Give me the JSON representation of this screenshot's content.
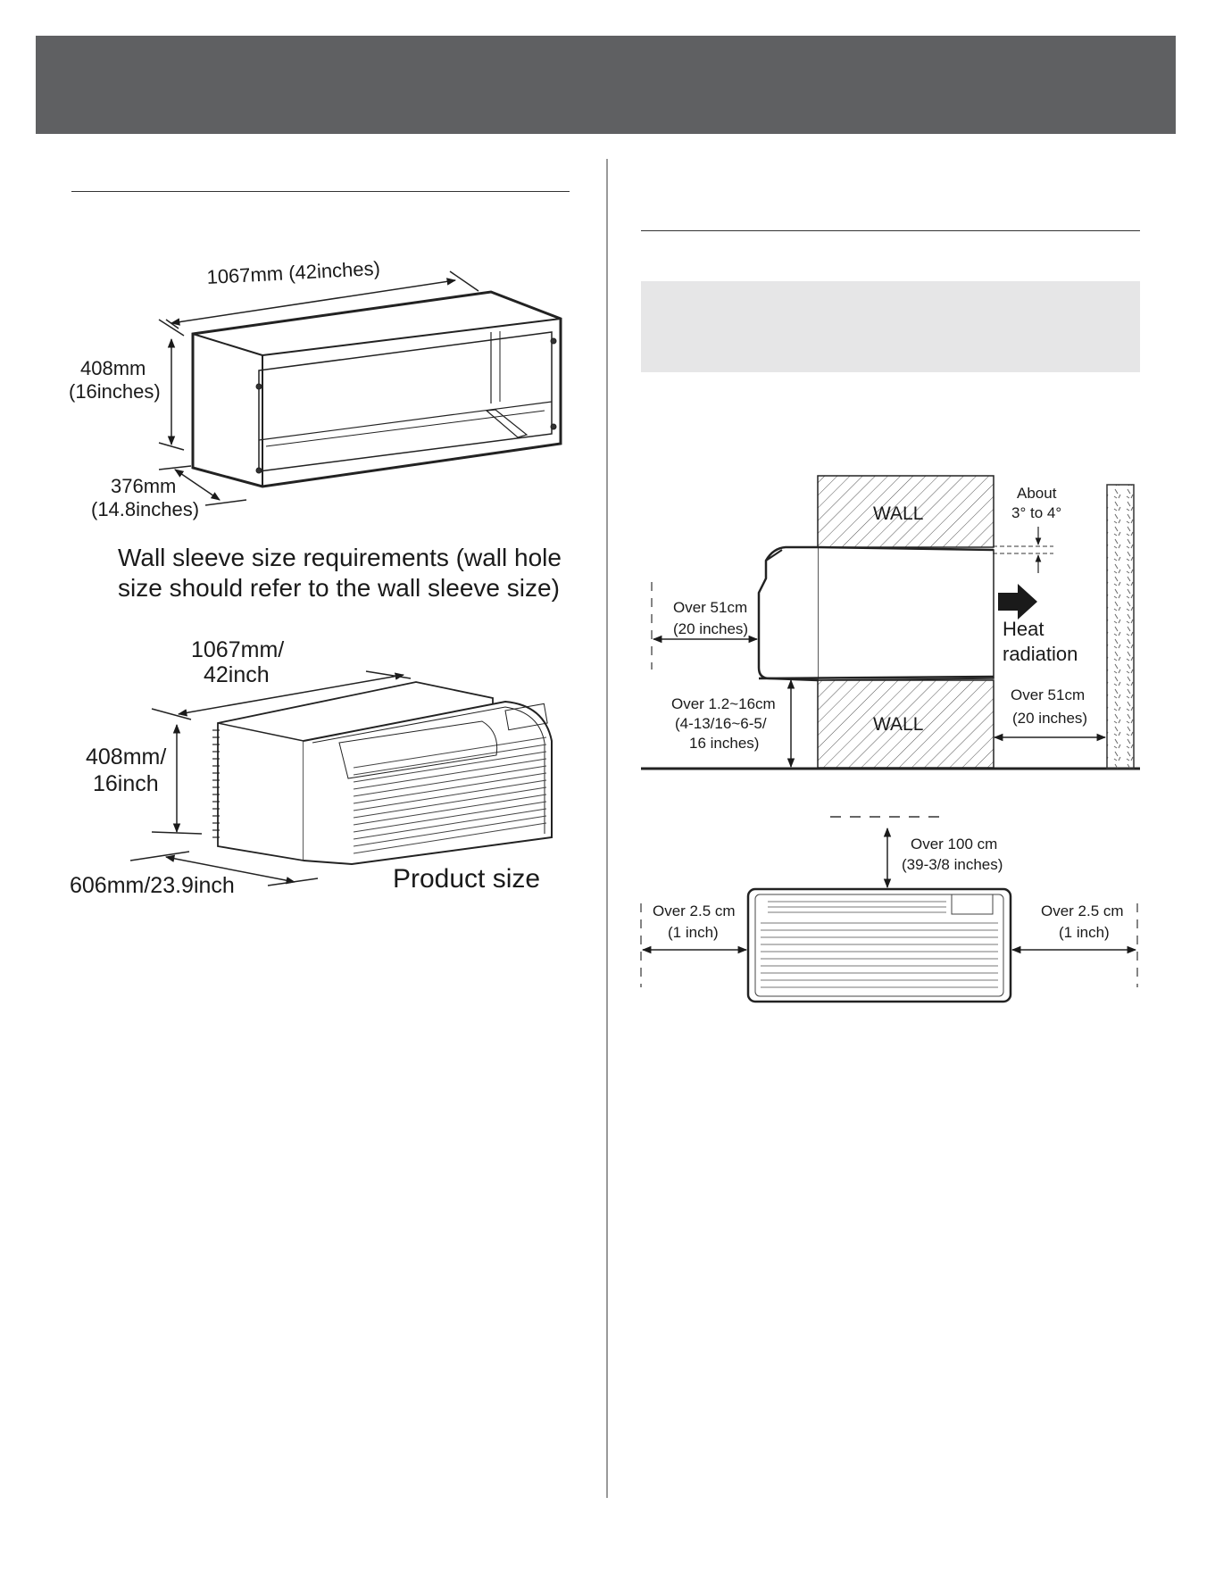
{
  "sleeve_figure": {
    "width_label": "1067mm (42inches)",
    "height_label_1": "408mm",
    "height_label_2": "(16inches)",
    "depth_label_1": "376mm",
    "depth_label_2": "(14.8inches)",
    "caption_line1": "Wall sleeve size requirements (wall hole",
    "caption_line2": "size should refer to the wall sleeve size)"
  },
  "product_figure": {
    "width_label_1": "1067mm/",
    "width_label_2": "42inch",
    "height_label_1": "408mm/",
    "height_label_2": "16inch",
    "depth_label": "606mm/23.9inch",
    "caption": "Product size"
  },
  "side_clearance": {
    "wall_top": "WALL",
    "wall_bottom": "WALL",
    "angle_1": "About",
    "angle_2": "3° to 4°",
    "front_1": "Over 51cm",
    "front_2": "(20 inches)",
    "heat_1": "Heat",
    "heat_2": "radiation",
    "floor_1": "Over 1.2~16cm",
    "floor_2": "(4-13/16~6-5/",
    "floor_3": "16 inches)",
    "rear_1": "Over 51cm",
    "rear_2": "(20 inches)"
  },
  "front_clearance": {
    "top_1": "Over 100 cm",
    "top_2": "(39-3/8 inches)",
    "left_1": "Over 2.5 cm",
    "left_2": "(1 inch)",
    "right_1": "Over 2.5  cm",
    "right_2": "(1 inch)"
  }
}
